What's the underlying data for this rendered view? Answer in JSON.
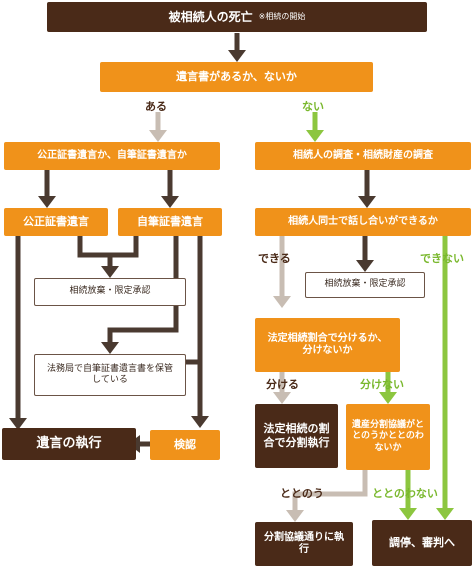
{
  "nodes": {
    "start": "被相続人の死亡",
    "start_note": "※相続の開始",
    "will_exists": "遺言書があるか、ないか",
    "notarized_or_handwritten": "公正証書遺言か、自筆証書遺言か",
    "heir_investigation": "相続人の調査・相続財産の調査",
    "notarized_will": "公正証書遺言",
    "handwritten_will": "自筆証書遺言",
    "heirs_discussion": "相続人同士で話し合いができるか",
    "renounce_left": "相続放棄・限定承認",
    "renounce_right": "相続放棄・限定承認",
    "legal_office_kept": "法務局で自筆証書遺言書を保管している",
    "statutory_share_q": "法定相続割合で分けるか、分けないか",
    "execution": "遺言の執行",
    "probate": "検認",
    "statutory_split": "法定相続の割合で分割執行",
    "agreement_q": "遺産分割協議がととのうかととのわないか",
    "split_by_agreement": "分割協議通りに執行",
    "mediation": "調停、審判へ"
  },
  "labels": {
    "aru": "ある",
    "nai": "ない",
    "dekiru": "できる",
    "dekinai": "できない",
    "wakeru": "分ける",
    "wakenai": "分けない",
    "totonou": "ととのう",
    "totonowanai": "ととのわない"
  },
  "colors": {
    "dark": "#4a2a18",
    "orange": "#f0921a",
    "gray_arrow": "#c8bdb3",
    "green_arrow": "#8cc63f"
  }
}
